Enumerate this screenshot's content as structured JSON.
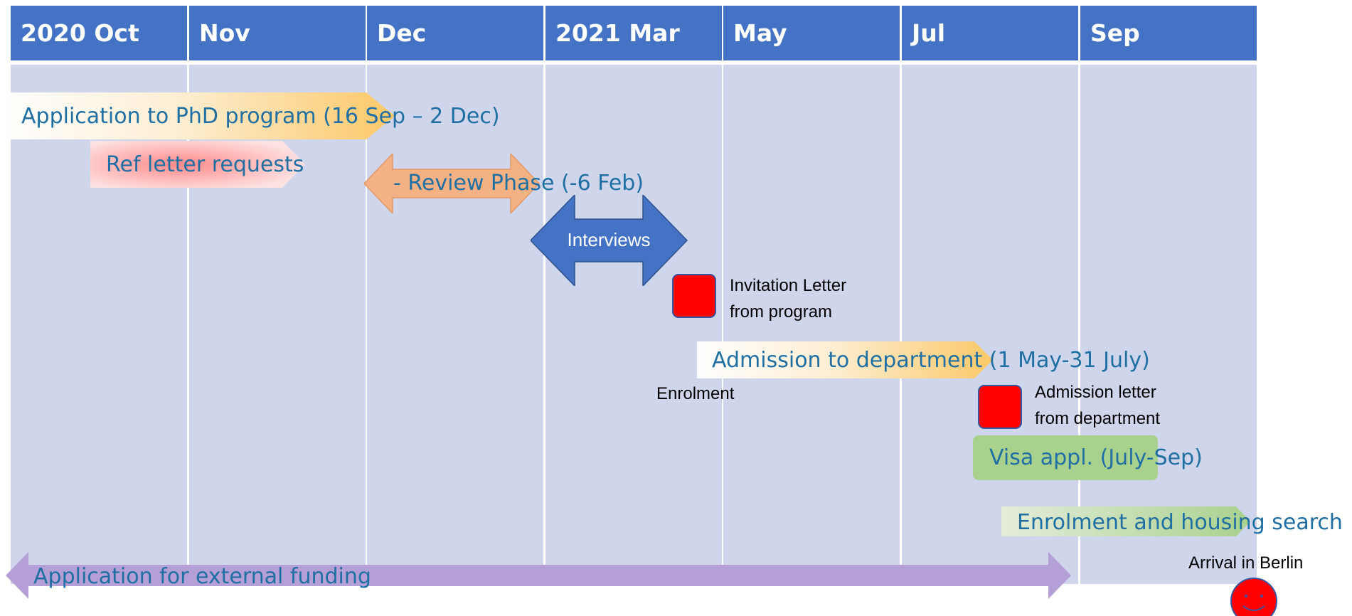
{
  "timeline": {
    "columns": [
      "2020 Oct",
      "Nov",
      "Dec",
      "2021 Mar",
      "May",
      "Jul",
      "Sep"
    ]
  },
  "items": {
    "phd_application": "Application to PhD program (16 Sep – 2 Dec)",
    "ref_letters": "Ref letter requests",
    "review_phase": "- Review Phase (-6 Feb)",
    "interviews": "Interviews",
    "invitation_letter": [
      "Invitation Letter",
      "from program"
    ],
    "admission_department": "Admission to department (1 May-31 July)",
    "enrolment": "Enrolment",
    "admission_letter": [
      "Admission letter",
      "from department"
    ],
    "visa": "Visa appl. (July-Sep)",
    "enrolment_housing": "Enrolment and housing search",
    "external_funding": "Application for external funding",
    "arrival": "Arrival in Berlin"
  },
  "colors": {
    "header": "#4472c4",
    "grid_fill": "#cfd5ea",
    "label_blue": "#1f6fa3",
    "review_arrow": "#f4b183",
    "interviews_arrow": "#4472c4",
    "marker_red": "#ff0000",
    "visa_green": "#a9d18e",
    "funding_purple": "#b4a0d6"
  },
  "icons": {
    "invitation_marker": "red-square",
    "admission_marker": "red-square",
    "arrival_marker": "smiley-face"
  }
}
